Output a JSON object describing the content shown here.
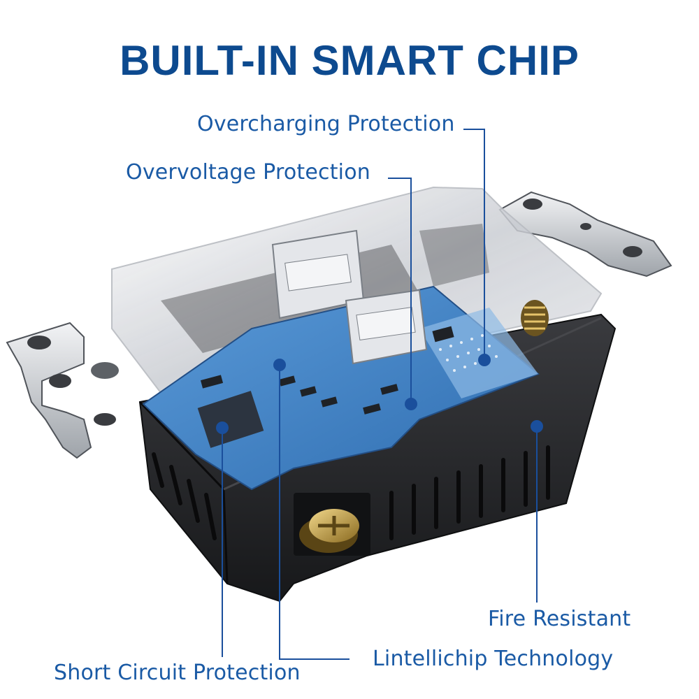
{
  "title": "BUILT-IN SMART CHIP",
  "callouts": {
    "overcharging": "Overcharging Protection",
    "overvoltage": "Overvoltage Protection",
    "fire_resistant": "Fire Resistant",
    "lintellichip": "Lintellichip Technology",
    "short_circuit": "Short Circuit Protection"
  },
  "colors": {
    "title": "#0d4a8f",
    "callout_text": "#1a5aa5",
    "leader_line": "#1a4f9c",
    "housing": "#2a2b2e",
    "pcb": "#3f7fc4",
    "metal": "#c9ccd0"
  }
}
